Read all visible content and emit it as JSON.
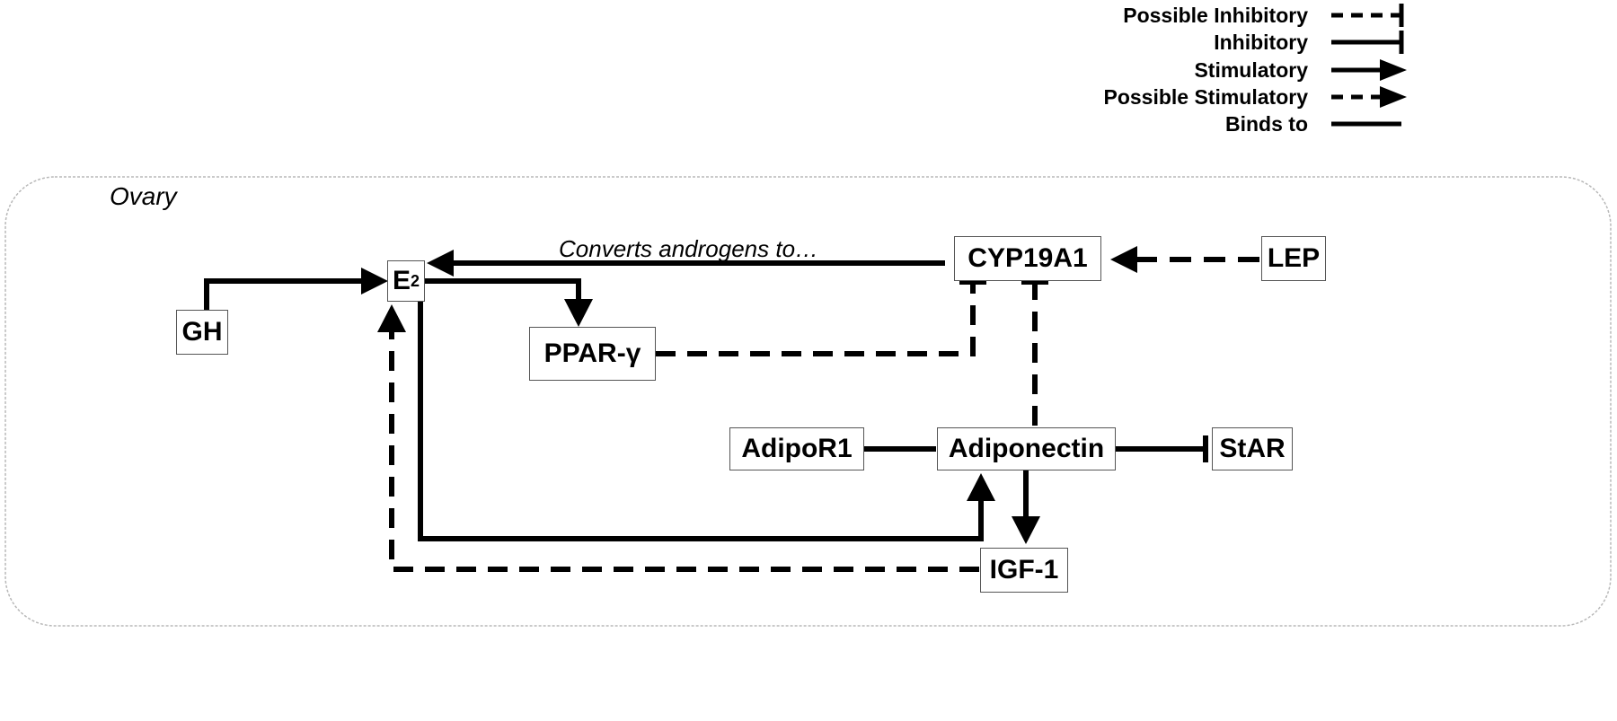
{
  "legend": {
    "possible_inhibitory": "Possible Inhibitory",
    "inhibitory": "Inhibitory",
    "stimulatory": "Stimulatory",
    "possible_stimulatory": "Possible Stimulatory",
    "binds_to": "Binds to"
  },
  "region": {
    "label": "Ovary"
  },
  "nodes": {
    "e2": {
      "base": "E",
      "sub": "2"
    },
    "gh": "GH",
    "ppar": "PPAR-γ",
    "cyp19a1": "CYP19A1",
    "lep": "LEP",
    "adipor1": "AdipoR1",
    "adiponectin": "Adiponectin",
    "star": "StAR",
    "igf1": "IGF-1"
  },
  "annotations": {
    "converts": "Converts androgens to…"
  }
}
